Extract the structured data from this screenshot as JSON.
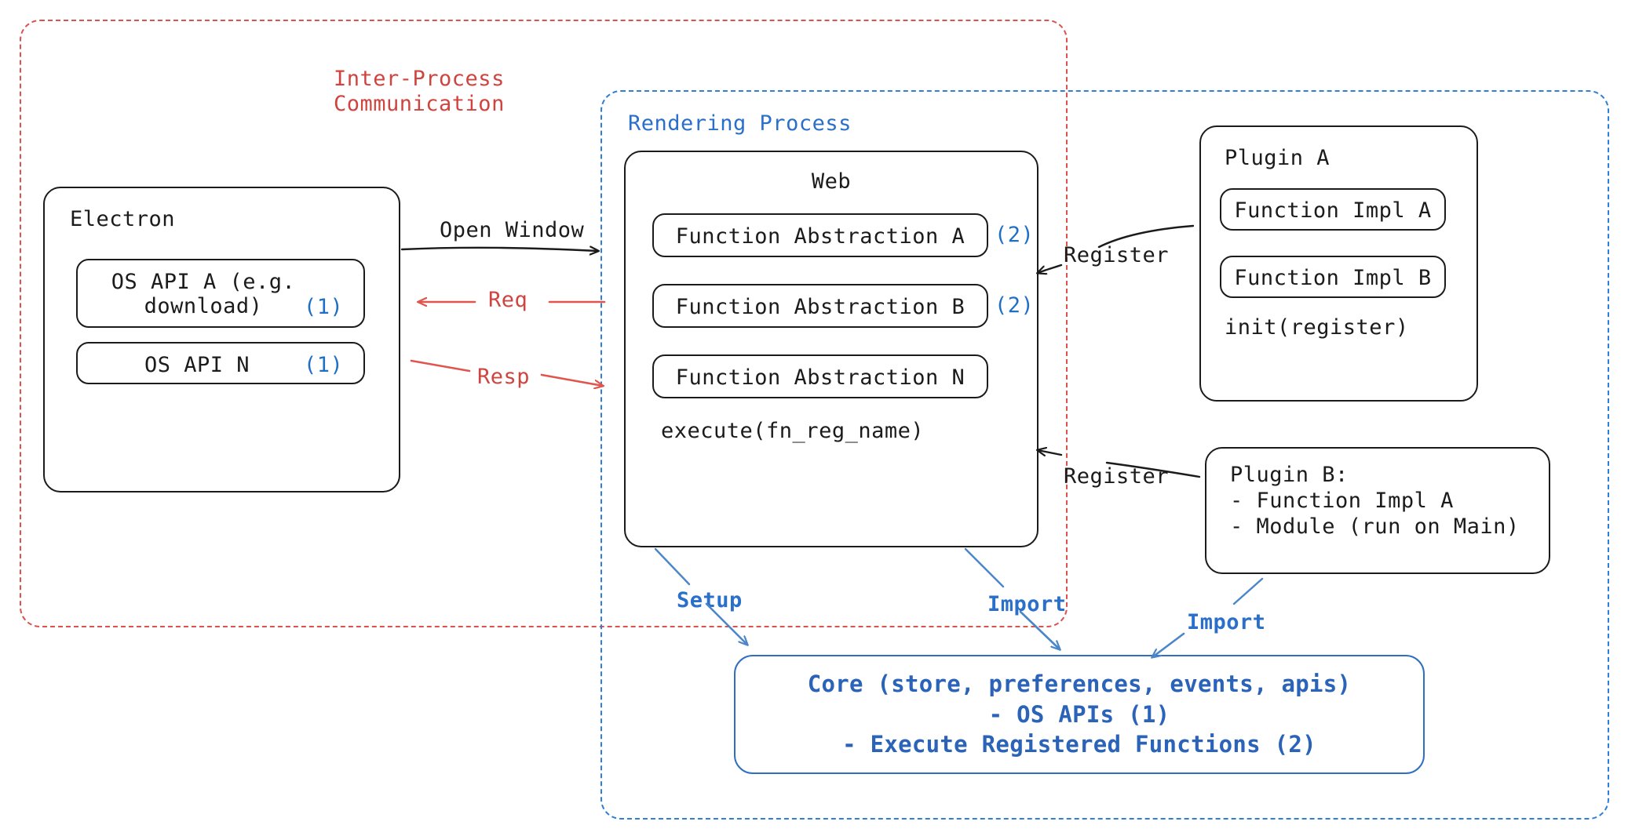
{
  "diagram": {
    "title": "Electron plugin architecture",
    "colors": {
      "ipc_red": "#d9534f",
      "render_blue": "#2f7ed8",
      "tag_blue": "#1f6fc4",
      "core_blue": "#2a63b8",
      "stroke_black": "#1b1b1b"
    }
  },
  "regions": {
    "ipc": {
      "label_line1": "Inter-Process",
      "label_line2": "Communication",
      "color": "#d9534f",
      "style": "dashed"
    },
    "rendering_process": {
      "label": "Rendering Process",
      "color": "#2f7ed8",
      "style": "dashed"
    }
  },
  "electron": {
    "title": "Electron",
    "apis": [
      {
        "name": "OS API A (e.g.\ndownload)",
        "tag": "(1)"
      },
      {
        "name": "OS API N",
        "tag": "(1)"
      }
    ]
  },
  "web": {
    "title": "Web",
    "abstractions": [
      {
        "name": "Function Abstraction A",
        "tag": "(2)"
      },
      {
        "name": "Function Abstraction B",
        "tag": "(2)"
      },
      {
        "name": "Function Abstraction N",
        "tag": ""
      }
    ],
    "execute_label": "execute(fn_reg_name)"
  },
  "plugin_a": {
    "title": "Plugin A",
    "items": [
      "Function Impl A",
      "Function Impl B"
    ],
    "init_label": "init(register)"
  },
  "plugin_b": {
    "lines": [
      "Plugin B:",
      "- Function Impl A",
      "- Module (run on Main)"
    ]
  },
  "core": {
    "lines": [
      "Core (store, preferences, events, apis)",
      "- OS APIs (1)",
      "- Execute Registered Functions (2)"
    ]
  },
  "arrows": {
    "open_window": "Open Window",
    "req": "Req",
    "resp": "Resp",
    "register_top": "Register",
    "register_bottom": "Register",
    "setup": "Setup",
    "import_web": "Import",
    "import_plugin_b": "Import"
  }
}
